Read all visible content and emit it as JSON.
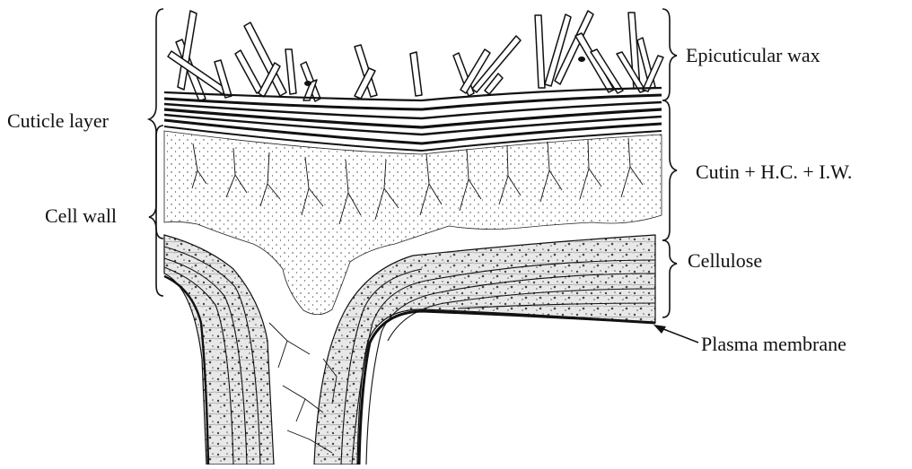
{
  "diagram": {
    "labels": {
      "epicuticular_wax": "Epicuticular wax",
      "cuticle_layer": "Cuticle layer",
      "cutin": "Cutin + H.C. + I.W.",
      "cell_wall": "Cell wall",
      "cellulose": "Cellulose",
      "plasma_membrane": "Plasma membrane"
    },
    "colors": {
      "ink": "#111111",
      "background": "#ffffff",
      "stipple": "#333333"
    }
  }
}
